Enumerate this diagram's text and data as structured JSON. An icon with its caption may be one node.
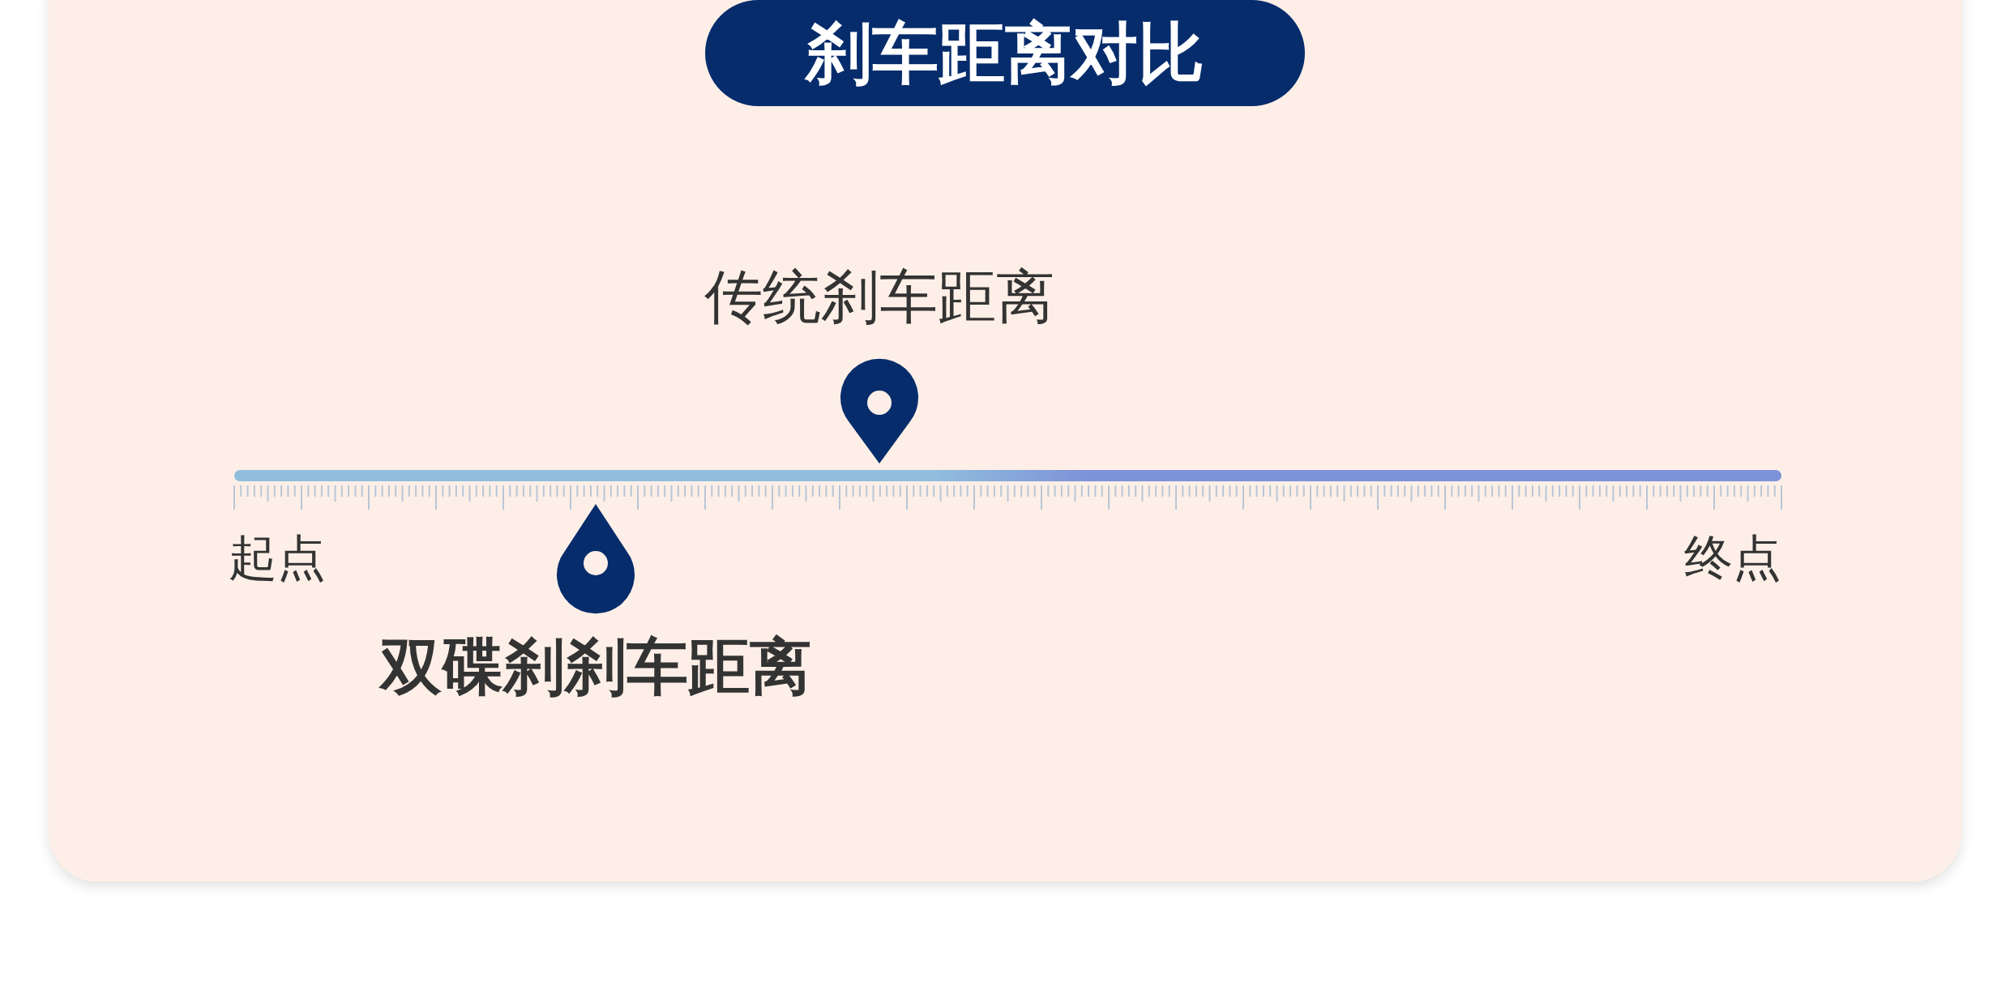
{
  "diagram": {
    "title": "刹车距离对比",
    "labels": [
      "传统刹车距离",
      "起点",
      "终点",
      "双碟刹刹车距离"
    ]
  }
}
